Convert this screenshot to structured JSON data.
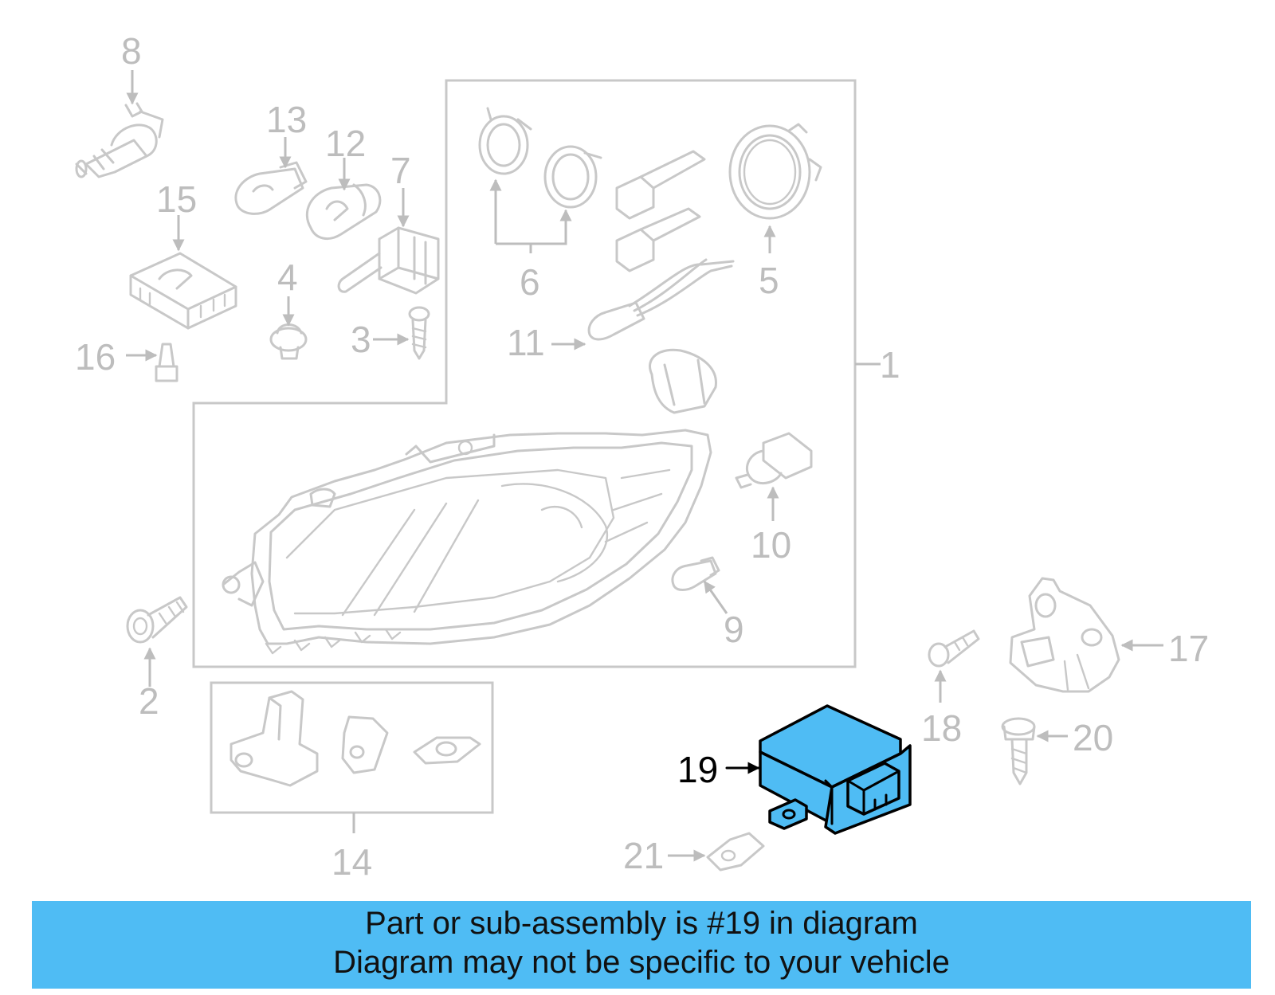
{
  "diagram": {
    "callouts": {
      "c1": "1",
      "c2": "2",
      "c3": "3",
      "c4": "4",
      "c5": "5",
      "c6": "6",
      "c7": "7",
      "c8": "8",
      "c9": "9",
      "c10": "10",
      "c11": "11",
      "c12": "12",
      "c13": "13",
      "c14": "14",
      "c15": "15",
      "c16": "16",
      "c17": "17",
      "c18": "18",
      "c19": "19",
      "c20": "20",
      "c21": "21"
    },
    "highlight_color": "#4fbcf4"
  },
  "banner": {
    "line1": "Part or sub-assembly is #19 in diagram",
    "line2": "Diagram may not be specific to your vehicle",
    "color": "#4fbcf4"
  }
}
